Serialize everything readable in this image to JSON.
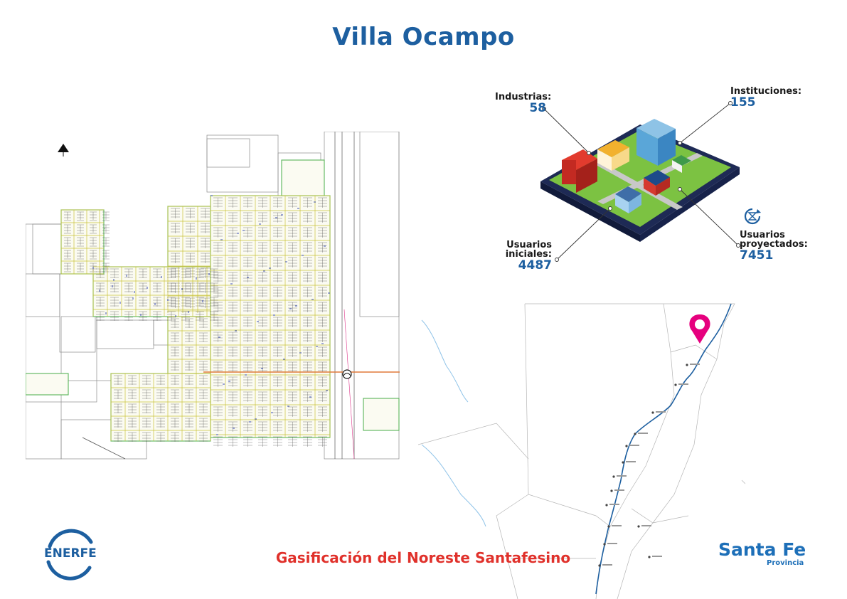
{
  "page": {
    "title": "Villa Ocampo",
    "footer_title": "Gasificación del Noreste Santafesino"
  },
  "stats": {
    "industrias": {
      "label": "Industrias:",
      "value": "58"
    },
    "instituciones": {
      "label": "Instituciones:",
      "value": "155"
    },
    "usuarios_iniciales": {
      "label_line1": "Usuarios",
      "label_line2": "iniciales:",
      "value": "4487"
    },
    "usuarios_proyectados": {
      "label_line1": "Usuarios",
      "label_line2": "proyectados:",
      "value": "7451"
    }
  },
  "logos": {
    "enerfe": "ENERFE",
    "santa_fe": "Santa Fe",
    "provincia": "Provincia"
  },
  "icons": {
    "north_arrow": "north-arrow-icon",
    "location_pin": "map-pin-icon",
    "projected_users": "growth-clock-icon"
  },
  "colors": {
    "brand_blue": "#1d5fa0",
    "accent_red": "#e0312b",
    "pin_magenta": "#e6007e",
    "map_green": "#5fb85f",
    "map_yellow": "#e8d44a"
  }
}
